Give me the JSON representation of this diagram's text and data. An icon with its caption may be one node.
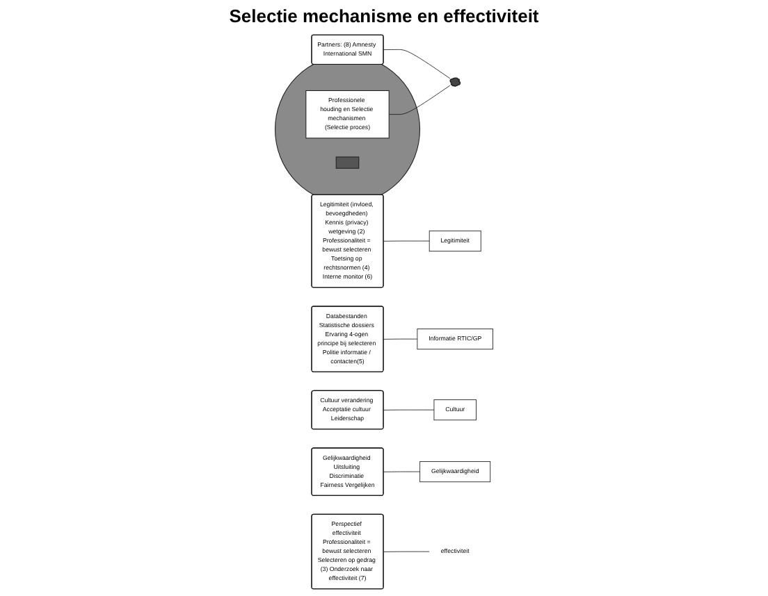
{
  "diagram": {
    "title": "Selectie mechanisme en effectiviteit",
    "nodes": [
      {
        "text": [],
        "shape": "circle"
      },
      {
        "text": [
          "Professionele houding en Selectie mechanismen (Selectie proces)"
        ],
        "in": 0
      },
      {
        "text": [],
        "shape": "box",
        "in": 0
      },
      {
        "text": [
          "Partners: (8) Amnesty International SMN"
        ]
      },
      {
        "text": [
          "Legitimiteit (invloed, bevoegdheden) Kennis (privacy) wetgeving (2) Professionaliteit = bewust selecteren Toetsing op rechtsnormen (4) Interne monitor (6)"
        ]
      },
      {
        "text": [
          "Databestanden Statistische dossiers Ervaring 4-ogen principe bij selecteren Politie informatie / contacten(5)"
        ]
      },
      {
        "text": [
          "Informatie RTIC/GP"
        ]
      },
      {
        "text": [
          "Legitimiteit"
        ]
      },
      {
        "text": [],
        "shape": "cloud"
      },
      {
        "text": [
          "effectiviteit"
        ]
      },
      {
        "text": [
          "Cultuur"
        ]
      },
      {
        "text": [
          "Gelijkwaardigheid"
        ]
      },
      {
        "text": [
          "Cultuur verandering Acceptatie cultuur Leiderschap"
        ]
      },
      {
        "text": [
          "Gelijkwaardigheid Uitsluiting Discriminatie Fairness Vergelijken"
        ]
      },
      {
        "text": [
          "Perspectief effectiviteit Professionaliteit = bewust selecteren Selecteren op gedrag (3) Onderzoek naar effectiviteit (7)"
        ]
      }
    ],
    "edges": [
      {
        "from": 5,
        "to": 6,
        "arrow": "none"
      },
      {
        "from": 4,
        "to": 7,
        "arrow": "none"
      },
      {
        "from": 3,
        "to": 8,
        "arrow": "none"
      },
      {
        "from": 1,
        "to": 8,
        "arrow": "none"
      },
      {
        "from": 12,
        "to": 10,
        "arrow": "none"
      },
      {
        "from": 13,
        "to": 11,
        "arrow": "none"
      },
      {
        "from": 14,
        "to": 9,
        "arrow": "none"
      }
    ]
  }
}
